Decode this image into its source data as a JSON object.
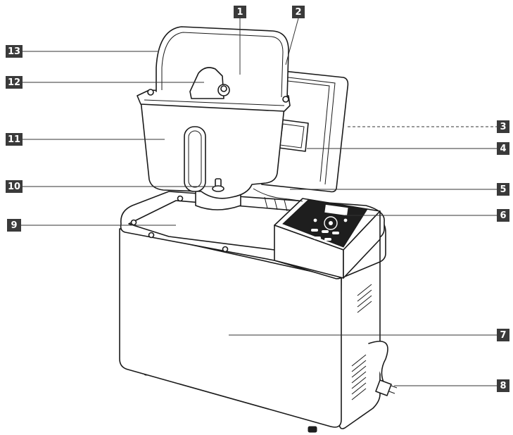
{
  "callouts": [
    {
      "id": "1",
      "label": "1"
    },
    {
      "id": "2",
      "label": "2"
    },
    {
      "id": "3",
      "label": "3"
    },
    {
      "id": "4",
      "label": "4"
    },
    {
      "id": "5",
      "label": "5"
    },
    {
      "id": "6",
      "label": "6"
    },
    {
      "id": "7",
      "label": "7"
    },
    {
      "id": "8",
      "label": "8"
    },
    {
      "id": "9",
      "label": "9"
    },
    {
      "id": "10",
      "label": "10"
    },
    {
      "id": "11",
      "label": "11"
    },
    {
      "id": "12",
      "label": "12"
    },
    {
      "id": "13",
      "label": "13"
    }
  ],
  "colors": {
    "badge": "#3a3a3a",
    "badge_text": "#ffffff",
    "line_art": "#1a1a1a",
    "panel": "#1e1e1e"
  }
}
